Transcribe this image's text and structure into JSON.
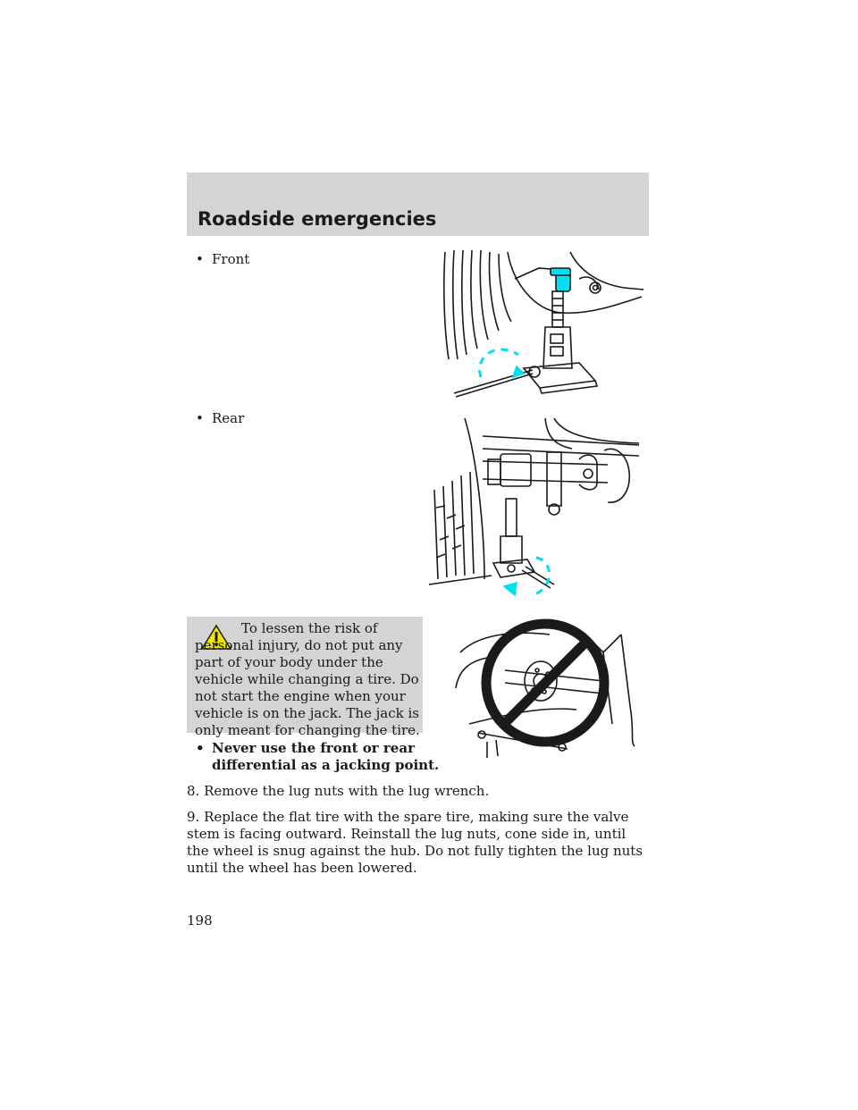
{
  "header": {
    "title": "Roadside emergencies"
  },
  "bullets": {
    "front": "Front",
    "rear": "Rear",
    "bullet_glyph": "•"
  },
  "warning": {
    "text": "To lessen the risk of personal injury, do not put any part of your body under the vehicle while changing a tire. Do not start the engine when your vehicle is on the jack. The jack is only meant for changing the tire."
  },
  "note": {
    "text": "Never use the front or rear differential as a jacking point."
  },
  "steps": {
    "step8": "8. Remove the lug nuts with the lug wrench.",
    "step9": "9. Replace the flat tire with the spare tire, making sure the valve stem is facing outward. Reinstall the lug nuts, cone side in, until the wheel is snug against the hub. Do not fully tighten the lug nuts until the wheel has been lowered."
  },
  "page_number": "198",
  "colors": {
    "header_band": "#d4d4d4",
    "accent_cyan": "#00e0f0",
    "text": "#1a1a1a"
  }
}
